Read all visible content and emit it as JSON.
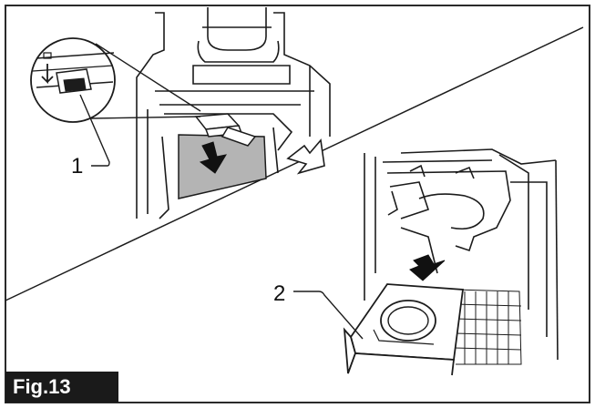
{
  "figure": {
    "label": "Fig.13",
    "callouts": [
      {
        "id": "1",
        "text": "1"
      },
      {
        "id": "2",
        "text": "2"
      }
    ]
  },
  "colors": {
    "line": "#1c1c1c",
    "shade": "#b4b4b4",
    "frame": "#2a2a2a",
    "tag_bg": "#1a1a1a"
  }
}
